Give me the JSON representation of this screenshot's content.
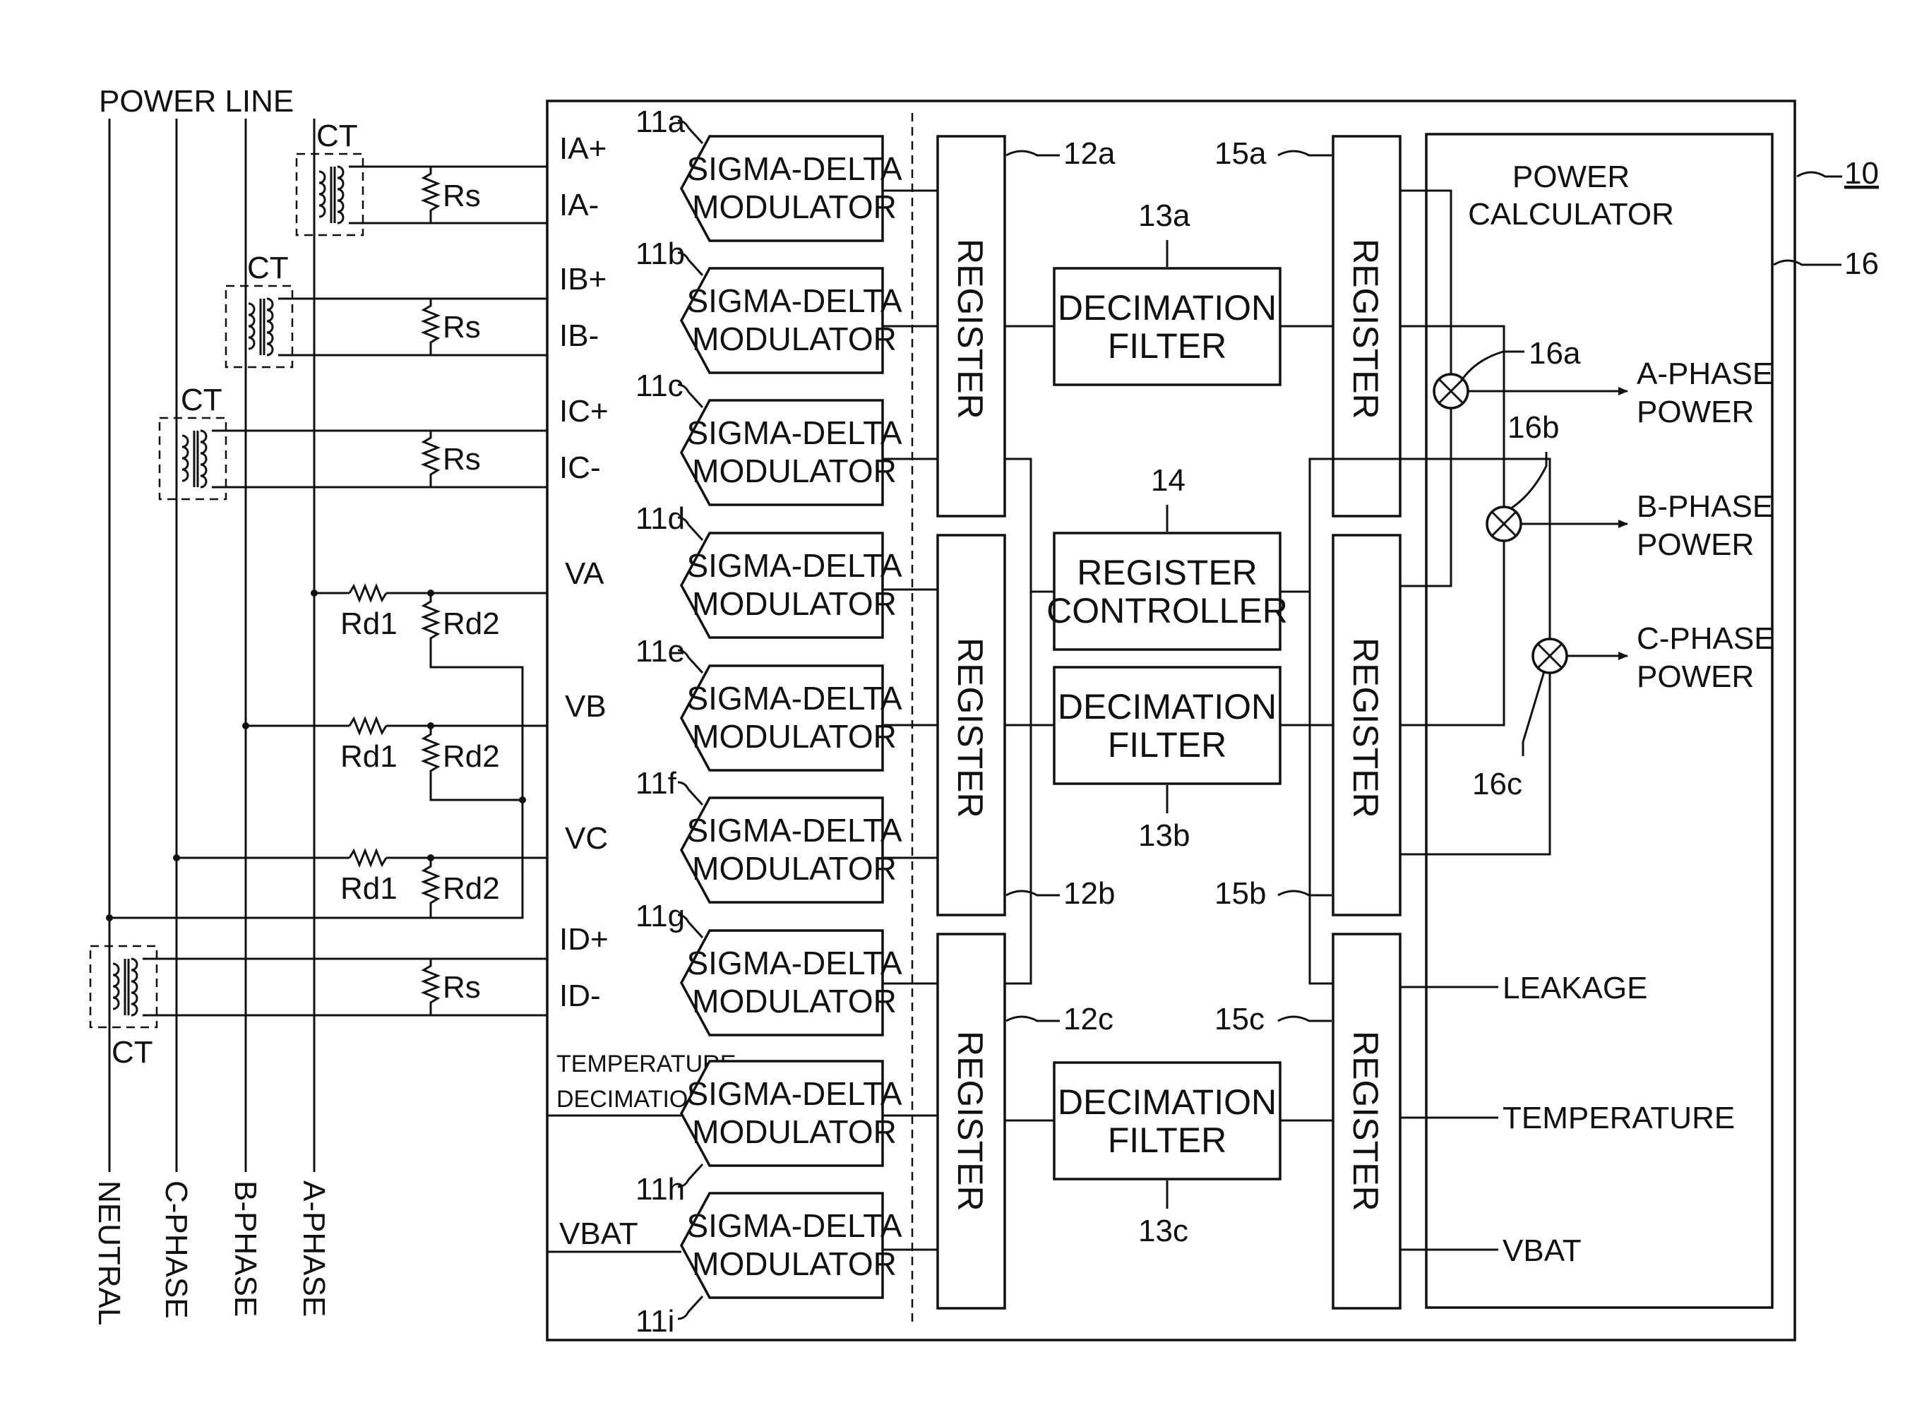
{
  "labels": {
    "power_line": "POWER LINE",
    "ct": "CT",
    "rs": "Rs",
    "rd1": "Rd1",
    "rd2": "Rd2",
    "neutral": "NEUTRAL",
    "c_phase": "C-PHASE",
    "b_phase": "B-PHASE",
    "a_phase": "A-PHASE",
    "ref_10": "10",
    "ref_16": "16"
  },
  "inputs": {
    "ia_plus": "IA+",
    "ia_minus": "IA-",
    "ib_plus": "IB+",
    "ib_minus": "IB-",
    "ic_plus": "IC+",
    "ic_minus": "IC-",
    "va": "VA",
    "vb": "VB",
    "vc": "VC",
    "id_plus": "ID+",
    "id_minus": "ID-",
    "temperature_1": "TEMPERATURE",
    "temperature_2": "DECIMATION",
    "vbat": "VBAT"
  },
  "modulators": [
    {
      "ref": "11a",
      "line1": "SIGMA-DELTA",
      "line2": "MODULATOR"
    },
    {
      "ref": "11b",
      "line1": "SIGMA-DELTA",
      "line2": "MODULATOR"
    },
    {
      "ref": "11c",
      "line1": "SIGMA-DELTA",
      "line2": "MODULATOR"
    },
    {
      "ref": "11d",
      "line1": "SIGMA-DELTA",
      "line2": "MODULATOR"
    },
    {
      "ref": "11e",
      "line1": "SIGMA-DELTA",
      "line2": "MODULATOR"
    },
    {
      "ref": "11f",
      "line1": "SIGMA-DELTA",
      "line2": "MODULATOR"
    },
    {
      "ref": "11g",
      "line1": "SIGMA-DELTA",
      "line2": "MODULATOR"
    },
    {
      "ref": "11h",
      "line1": "SIGMA-DELTA",
      "line2": "MODULATOR"
    },
    {
      "ref": "11i",
      "line1": "SIGMA-DELTA",
      "line2": "MODULATOR"
    }
  ],
  "registers_left": [
    {
      "ref": "12a",
      "label": "REGISTER"
    },
    {
      "ref": "12b",
      "label": "REGISTER"
    },
    {
      "ref": "12c",
      "label": "REGISTER"
    }
  ],
  "filters": [
    {
      "ref": "13a",
      "line1": "DECIMATION",
      "line2": "FILTER"
    },
    {
      "ref": "13b",
      "line1": "DECIMATION",
      "line2": "FILTER"
    },
    {
      "ref": "13c",
      "line1": "DECIMATION",
      "line2": "FILTER"
    }
  ],
  "controller": {
    "ref": "14",
    "line1": "REGISTER",
    "line2": "CONTROLLER"
  },
  "registers_right": [
    {
      "ref": "15a",
      "label": "REGISTER"
    },
    {
      "ref": "15b",
      "label": "REGISTER"
    },
    {
      "ref": "15c",
      "label": "REGISTER"
    }
  ],
  "calculator": {
    "line1": "POWER",
    "line2": "CALCULATOR"
  },
  "multipliers": [
    {
      "ref": "16a",
      "out1": "A-PHASE",
      "out2": "POWER"
    },
    {
      "ref": "16b",
      "out1": "B-PHASE",
      "out2": "POWER"
    },
    {
      "ref": "16c",
      "out1": "C-PHASE",
      "out2": "POWER"
    }
  ],
  "outputs": {
    "leakage": "LEAKAGE",
    "temperature": "TEMPERATURE",
    "vbat": "VBAT"
  }
}
